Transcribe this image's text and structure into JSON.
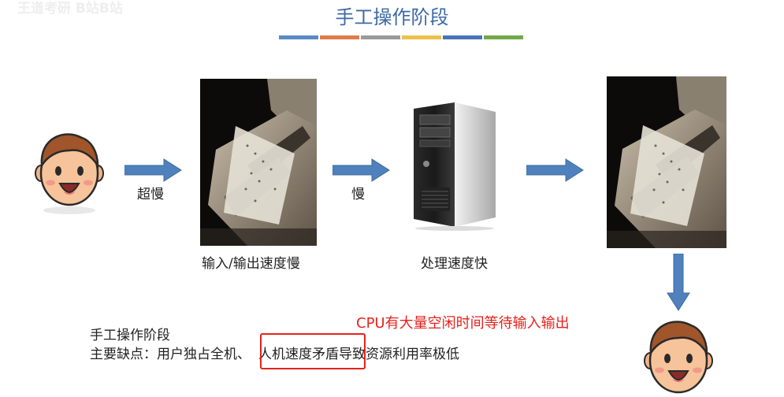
{
  "watermark": "王道考研 B站B站",
  "slide": {
    "title": "手工操作阶段",
    "title_bar_colors": [
      "#5a8ac6",
      "#e07b4a",
      "#9a9a9a",
      "#eec04a",
      "#4a73b8",
      "#73a84a"
    ]
  },
  "flow": {
    "arrow_1_label": "超慢",
    "arrow_2_label": "慢",
    "tape_caption": "输入/输出速度慢",
    "computer_caption": "处理速度快"
  },
  "notes": {
    "line1": "手工操作阶段",
    "line2_prefix": "主要缺点：用户独占全机、",
    "line2_highlight": "人机速度矛盾",
    "line2_suffix": "导致资源利用率极低",
    "red_annotation": "CPU有大量空闲时间等待输入输出"
  },
  "colors": {
    "arrow": "#4f81bd",
    "title": "#3d6aa6",
    "annotation": "#e5221c"
  }
}
